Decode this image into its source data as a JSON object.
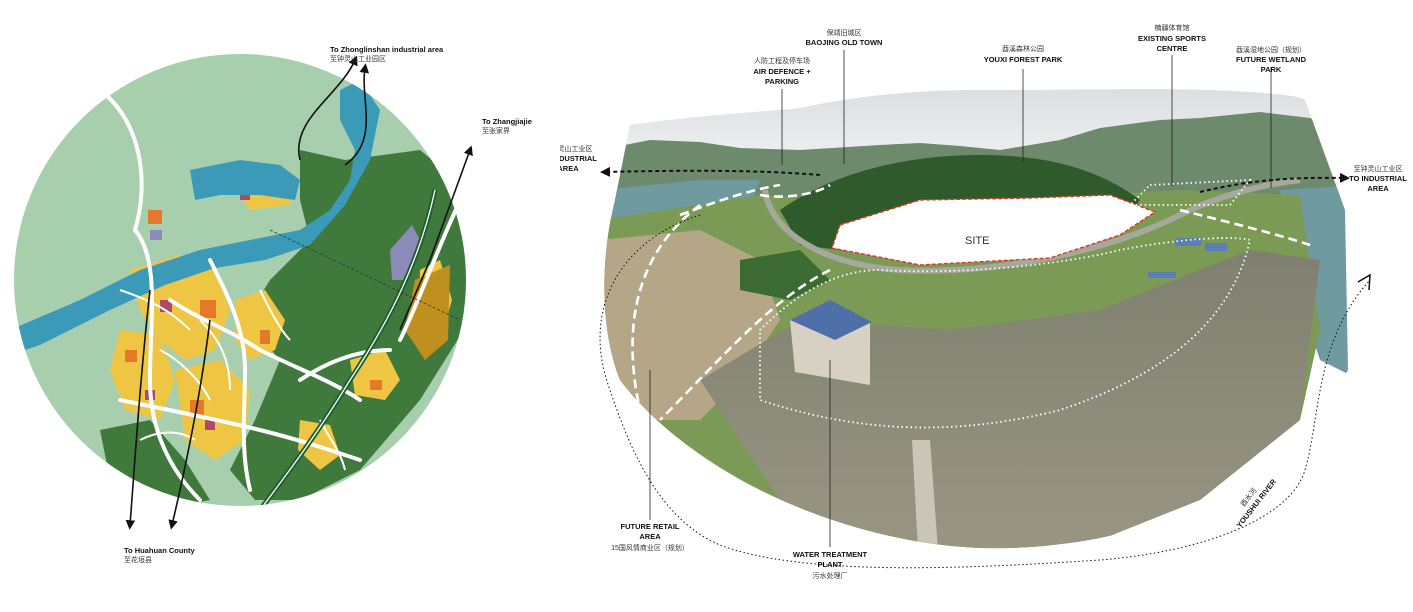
{
  "left_map": {
    "labels": {
      "zhonglinshan_en": "To Zhonglinshan industrial area",
      "zhonglinshan_cn": "至钟灵山工业园区",
      "zhangjiajie_en": "To Zhangjiajie",
      "zhangjiajie_cn": "至张家界",
      "huahuan_en": "To Huahuan County",
      "huahuan_cn": "至花垣县"
    },
    "colors": {
      "background": "#a7cfae",
      "forest": "#3f7a3c",
      "river": "#3a9ab8",
      "residential": "#eec644",
      "commercial": "#e4792a",
      "industrial": "#c0901f",
      "mixed": "#b0486a",
      "utility": "#8c8ab8"
    }
  },
  "right_photo": {
    "labels": {
      "baojing_cn": "保靖旧城区",
      "baojing_en": "BAOJING OLD TOWN",
      "air_defence_cn": "人防工程及停车场",
      "air_defence_en_1": "AIR DEFENCE +",
      "air_defence_en_2": "PARKING",
      "youxi_cn": "酉溪森林公园",
      "youxi_en": "YOUXI FOREST PARK",
      "sports_cn": "楠疆体育馆",
      "sports_en_1": "EXISTING SPORTS",
      "sports_en_2": "CENTRE",
      "wetland_cn": "酉溪湿地公园（规划）",
      "wetland_en_1": "FUTURE WETLAND",
      "wetland_en_2": "PARK",
      "industrial_left_cn": "至钟灵山工业区",
      "industrial_left_en_1": "TO INDUSTRIAL",
      "industrial_left_en_2": "AREA",
      "industrial_right_cn": "至钟灵山工业区",
      "industrial_right_en_1": "TO INDUSTRIAL",
      "industrial_right_en_2": "AREA",
      "site": "SITE",
      "retail_en_1": "FUTURE RETAIL",
      "retail_en_2": "AREA",
      "retail_cn": "15国风情商业区（规划）",
      "water_en_1": "WATER TREATMENT",
      "water_en_2": "PLANT",
      "water_cn": "污水处理厂",
      "river_cn": "酉水河",
      "river_en": "YOUSHUI RIVER"
    },
    "colors": {
      "sky": "#e9ecee",
      "hills": "#6e8a6c",
      "forest": "#2f5a2b",
      "grass": "#7a9a55",
      "slope": "#8c8a7a",
      "water": "#6f9a9f",
      "site_outline": "#d63a25"
    }
  }
}
